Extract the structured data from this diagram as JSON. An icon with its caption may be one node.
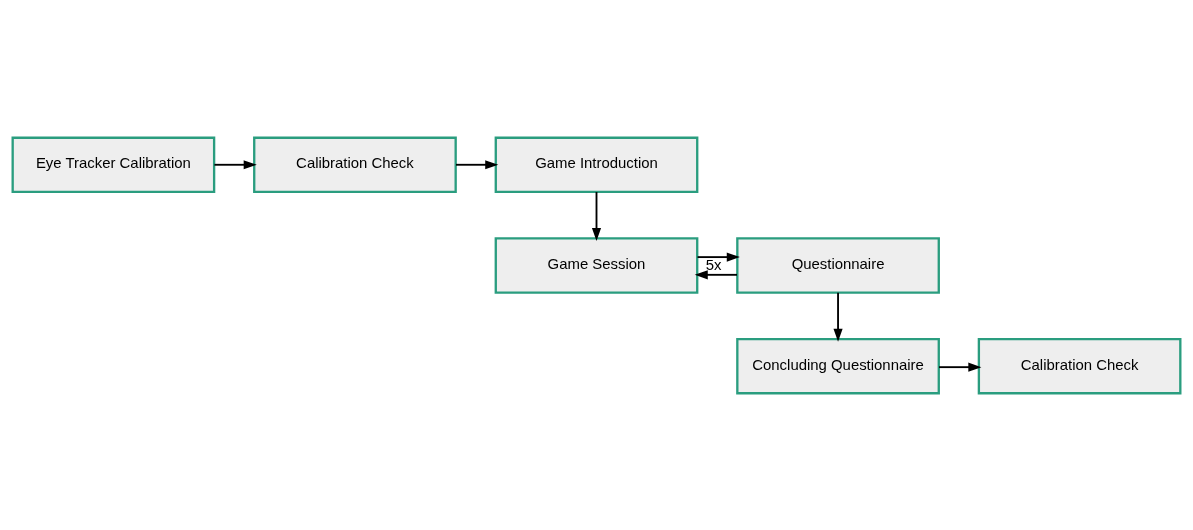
{
  "diagram": {
    "nodes": [
      {
        "text": [
          "Eye Tracker Calibration"
        ]
      },
      {
        "text": [
          "Calibration Check"
        ]
      },
      {
        "text": [
          "Game Introduction"
        ]
      },
      {
        "text": [
          "Game Session"
        ]
      },
      {
        "text": [
          "Questionnaire"
        ]
      },
      {
        "text": [
          "Concluding Questionnaire"
        ]
      },
      {
        "text": [
          "Calibration Check"
        ]
      }
    ],
    "edges": [
      {
        "from": 0,
        "to": 1,
        "arrow": "to"
      },
      {
        "from": 1,
        "to": 2,
        "arrow": "to"
      },
      {
        "from": 2,
        "to": 3,
        "arrow": "to"
      },
      {
        "from": 3,
        "to": 4,
        "arrow": "to"
      },
      {
        "from": 4,
        "to": 3,
        "arrow": "to",
        "label": "5x"
      },
      {
        "from": 4,
        "to": 5,
        "arrow": "to"
      },
      {
        "from": 5,
        "to": 6,
        "arrow": "to"
      }
    ]
  }
}
